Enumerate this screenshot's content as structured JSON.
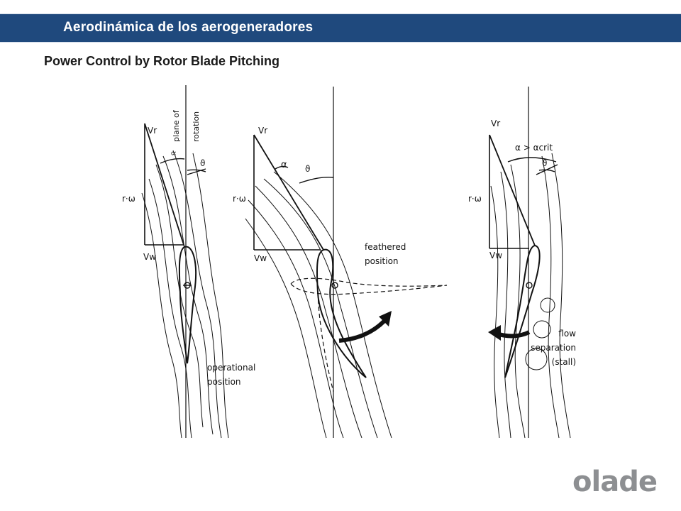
{
  "header": {
    "title": "Aerodinámica de los aerogeneradores"
  },
  "slide": {
    "title": "Power Control by Rotor Blade Pitching"
  },
  "diagram": {
    "panels": [
      {
        "name": "operational",
        "labels": {
          "vr": "Vr",
          "rw": "r·ω",
          "vw": "Vw",
          "alpha": "∝",
          "theta": "ϑ",
          "plane": [
            "plane of",
            "rotation"
          ],
          "caption": [
            "operational",
            "position"
          ]
        }
      },
      {
        "name": "feathered",
        "labels": {
          "vr": "Vr",
          "rw": "r·ω",
          "vw": "Vw",
          "alpha": "α",
          "theta": "ϑ",
          "caption": [
            "feathered",
            "position"
          ]
        }
      },
      {
        "name": "stall",
        "labels": {
          "vr": "Vr",
          "rw": "r·ω",
          "vw": "Vw",
          "alpha": "α > αcrit",
          "theta": "ϑ",
          "caption": [
            "flow",
            "separation",
            "(stall)"
          ]
        }
      }
    ]
  },
  "logo": {
    "text": "olade",
    "color": "#8d8f92"
  },
  "colors": {
    "header_bg": "#1f497d",
    "header_text": "#ffffff"
  }
}
